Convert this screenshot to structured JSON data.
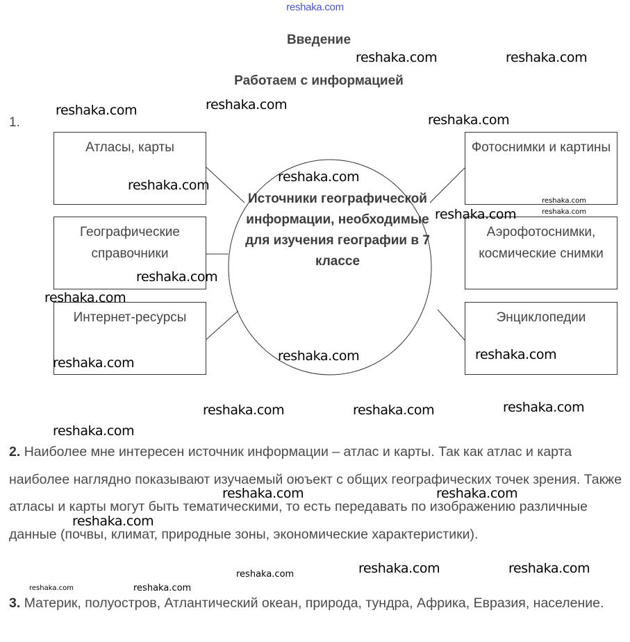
{
  "header": {
    "site_link": "reshaka.com",
    "section_title": "Введение",
    "subtitle": "Работаем с информацией"
  },
  "task1": {
    "number": "1.",
    "center_text": "Источники географической информации, необходимые для изучения географии в 7 классе",
    "left_boxes": [
      {
        "label": "Атласы, карты"
      },
      {
        "label": "Географические справочники"
      },
      {
        "label": "Интернет-ресурсы"
      }
    ],
    "right_boxes": [
      {
        "label": "Фотоснимки и картины"
      },
      {
        "label": "Аэрофотоснимки, космические снимки"
      },
      {
        "label": "Энциклопедии"
      }
    ]
  },
  "task2": {
    "number": "2.",
    "text": "Наиболее мне интересен источник информации – атлас и карты. Так как атлас и карта наиболее наглядно показывают изучаемый оюъект с общих географических точек зрения. Также атласы и карты могут быть тематическими, то есть передавать по изображению различные данные (почвы, климат, природные зоны, экономические характеристики)."
  },
  "task3": {
    "number": "3.",
    "text": "Материк, полуостров, Атлантический океан, природа, тундра, Африка, Евразия, население."
  },
  "watermark": {
    "text": "reshaka.com"
  },
  "colors": {
    "link": "#4a54c8",
    "text": "#444444",
    "watermark": "#000000"
  }
}
